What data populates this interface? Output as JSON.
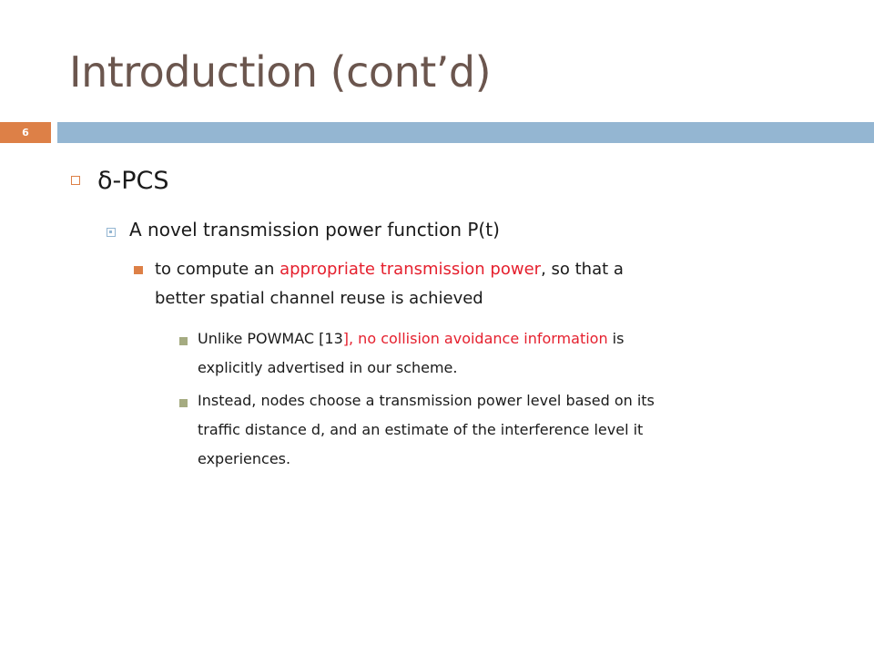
{
  "slide": {
    "title": "Introduction (cont’d)",
    "slide_number": "6"
  },
  "content": {
    "level1": {
      "text": "δ-PCS"
    },
    "level2": {
      "text": "A novel transmission power function P(t)"
    },
    "level3": {
      "line1_a": "to compute an ",
      "line1_red": "appropriate transmission power",
      "line1_b": ", so that a",
      "line2": "better spatial channel reuse is achieved"
    },
    "level4_item1": {
      "line1_a": "Unlike POWMAC [13",
      "line1_red": "], no collision avoidance information",
      "line1_b": " is",
      "line2": "explicitly advertised in our scheme."
    },
    "level4_item2": {
      "line1": "Instead, nodes choose a transmission power level based on its",
      "line2": "traffic distance d, and an estimate of the interference level it",
      "line3": "experiences."
    }
  },
  "colors": {
    "title": "#6b564e",
    "accent_orange": "#dd8047",
    "accent_blue": "#94b6d2",
    "bullet_olive": "#a5ab81",
    "highlight_red": "#e5202e"
  }
}
